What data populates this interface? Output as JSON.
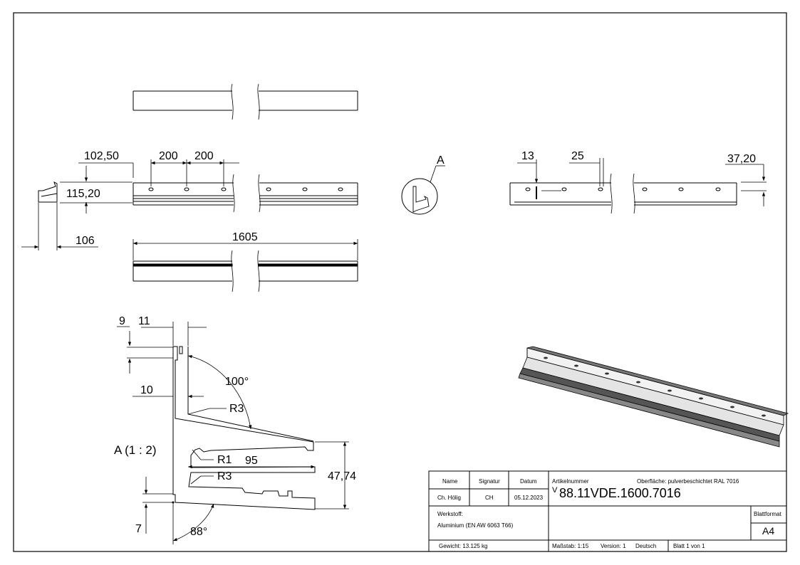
{
  "drawing": {
    "dims": {
      "d102": "102,50",
      "d200a": "200",
      "d200b": "200",
      "d115": "115,20",
      "d106": "106",
      "d1605": "1605",
      "detail_label": "A",
      "d13": "13",
      "d25": "25",
      "d3720": "37,20",
      "d9": "9",
      "d11": "11",
      "d10": "10",
      "d100deg": "100°",
      "dR3a": "R3",
      "dR1": "R1",
      "d95": "95",
      "dR3b": "R3",
      "d4774": "47,74",
      "d7": "7",
      "d88deg": "88°",
      "detail_scale": "A (1 : 2)"
    }
  },
  "titleblock": {
    "h_name": "Name",
    "h_signatur": "Signatur",
    "h_datum": "Datum",
    "name": "Ch. Hölig",
    "signatur": "CH",
    "datum": "05.12.2023",
    "artikel_label": "Artikelnummer",
    "oberflaeche": "Oberfläche:  pulverbeschichtet RAL 7016",
    "artikel_prefix": "V",
    "artikel": "88.11VDE.1600.7016",
    "werkstoff_label": "Werkstoff:",
    "werkstoff": "Aluminium (EN AW 6063 T66)",
    "blattformat_label": "Blattformat",
    "blattformat": "A4",
    "gewicht": "Gewicht: 13.125 kg",
    "massstab": "Maßstab: 1:15",
    "version": "Version: 1",
    "sprache": "Deutsch",
    "blatt": "Blatt 1 von 1"
  }
}
